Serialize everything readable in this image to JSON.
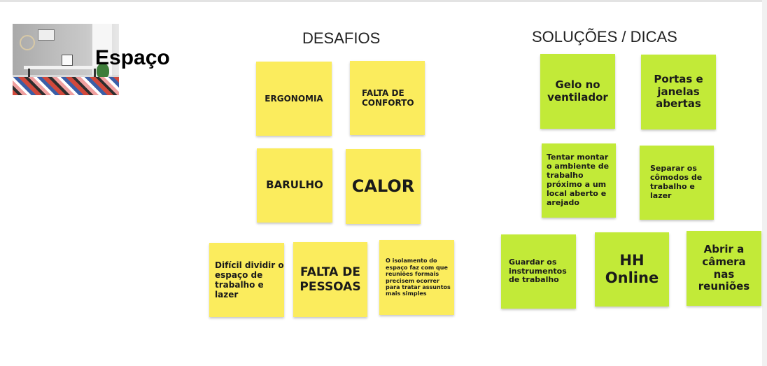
{
  "header": {
    "photo_title": "Espaço"
  },
  "columns": {
    "desafios_title": "DESAFIOS",
    "solucoes_title": "SOLUÇÕES / DICAS"
  },
  "colors": {
    "desafio_note": "#fbec5d",
    "solucao_note": "#c2ea38"
  },
  "desafios": [
    "ERGONOMIA",
    "FALTA DE\nCONFORTO",
    "BARULHO",
    "CALOR",
    "Difícil dividir o\nespaço de\ntrabalho e\nlazer",
    "FALTA DE\nPESSOAS",
    "O isolamento do\nespaço faz com que\nreuniões formais\nprecisem ocorrer\npara tratar assuntos\nmais simples"
  ],
  "solucoes": [
    "Gelo no\nventilador",
    "Portas e\njanelas\nabertas",
    "Tentar montar\no ambiente de\ntrabalho\npróximo a um\nlocal aberto e\narejado",
    "Separar os\ncômodos de\ntrabalho e\nlazer",
    "Guardar os\ninstrumentos\nde trabalho",
    "HH\nOnline",
    "Abrir a\ncâmera\nnas\nreuniões"
  ]
}
